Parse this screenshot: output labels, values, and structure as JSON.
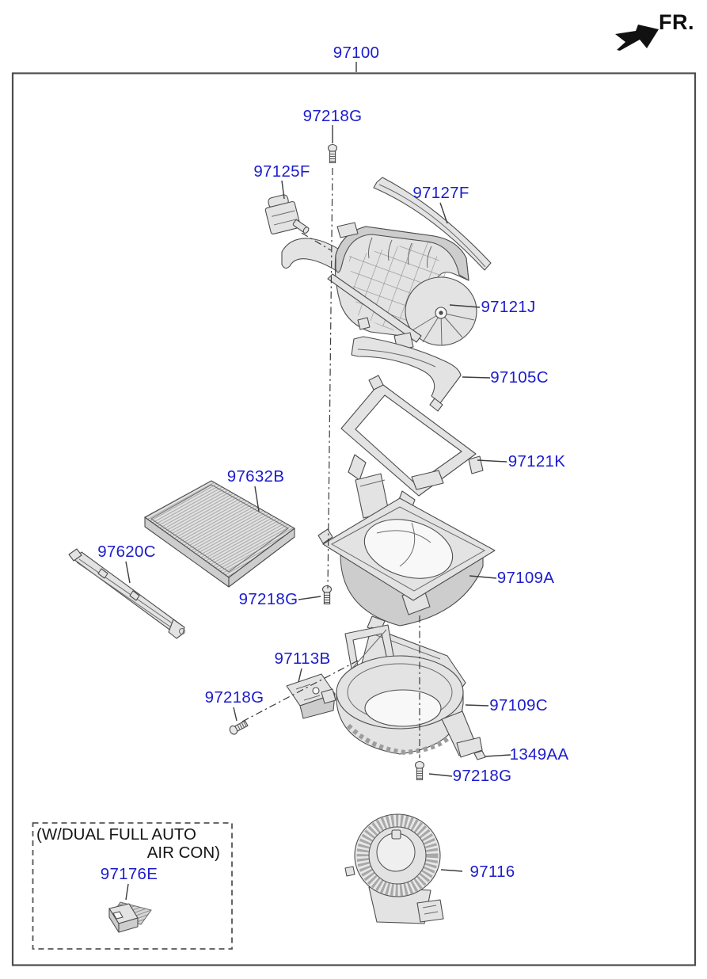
{
  "direction": {
    "label": "FR."
  },
  "diagram": {
    "assembly_code": "97100",
    "variant_note_line1": "(W/DUAL FULL AUTO",
    "variant_note_line2": "AIR CON)",
    "callouts": {
      "c97218g_top": "97218G",
      "c97125f": "97125F",
      "c97127f": "97127F",
      "c97121j": "97121J",
      "c97105c": "97105C",
      "c97121k": "97121K",
      "c97632b": "97632B",
      "c97620c": "97620C",
      "c97218g_filter": "97218G",
      "c97109a": "97109A",
      "c97113b": "97113B",
      "c97218g_bracket": "97218G",
      "c97109c": "97109C",
      "c1349aa": "1349AA",
      "c97218g_lower": "97218G",
      "c97116": "97116",
      "c97176e": "97176E"
    },
    "colors": {
      "callout_blue": "#1c1ccd",
      "line_gray": "#4d4d4d",
      "part_fill": "#e3e3e3"
    }
  }
}
